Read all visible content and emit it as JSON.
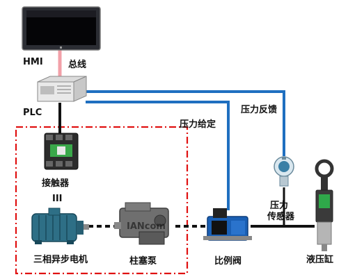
{
  "labels": {
    "hmi": "HMI",
    "bus": "总线",
    "plc": "PLC",
    "pressure_setpoint": "压力给定",
    "pressure_feedback": "压力反馈",
    "contactor": "接触器",
    "async_motor": "三相异步电机",
    "piston_pump": "柱塞泵",
    "proportional_valve": "比例阀",
    "pressure_sensor_line1": "压力",
    "pressure_sensor_line2": "传感器",
    "hydraulic_cylinder": "液压缸",
    "contactor_to_motor_mark": "III",
    "watermark": "IANcom"
  },
  "colors": {
    "bus_line": "#f2a0a8",
    "signal_line": "#1f6fc0",
    "power_line": "#111111",
    "dashed_box": "#e01010"
  }
}
